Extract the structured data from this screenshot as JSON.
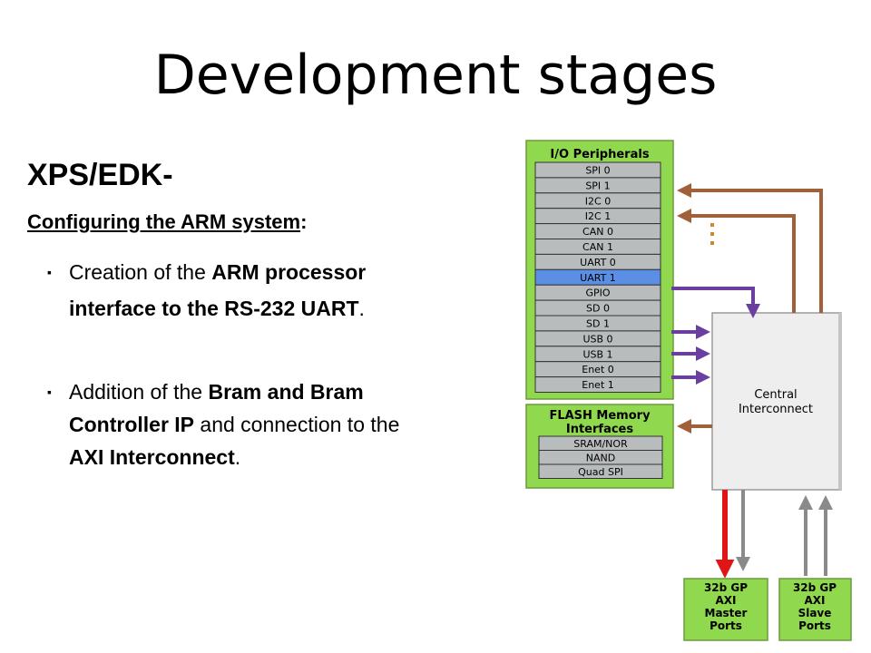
{
  "slide": {
    "title": "Development stages",
    "heading": "XPS/EDK-",
    "subheading_text": "Configuring the ARM system",
    "subheading_colon": ":",
    "bullet_marker": "▪",
    "bullet1": {
      "line1_pre": "Creation of the ",
      "line1_bold": "ARM processor",
      "line2_bold": "interface to the RS-232 UART",
      "line2_post": "."
    },
    "bullet2": {
      "line1_pre": "Addition of the ",
      "line1_bold": "Bram and Bram",
      "line2_bold": "Controller IP",
      "line2_post": " and connection to the",
      "line3_bold": "AXI Interconnect",
      "line3_post": "."
    }
  },
  "diagram": {
    "io_title": "I/O Peripherals",
    "io_items": [
      "SPI 0",
      "SPI 1",
      "I2C 0",
      "I2C 1",
      "CAN 0",
      "CAN 1",
      "UART 0",
      "UART 1",
      "GPIO",
      "SD 0",
      "SD 1",
      "USB 0",
      "USB 1",
      "Enet 0",
      "Enet 1"
    ],
    "io_highlight": "UART 1",
    "flash_title_1": "FLASH Memory",
    "flash_title_2": "Interfaces",
    "flash_items": [
      "SRAM/NOR",
      "NAND",
      "Quad SPI"
    ],
    "interconnect_1": "Central",
    "interconnect_2": "Interconnect",
    "master_ports": [
      "32b GP",
      "AXI",
      "Master",
      "Ports"
    ],
    "slave_ports": [
      "32b GP",
      "AXI",
      "Slave",
      "Ports"
    ],
    "colors": {
      "panel_green": "#90d94e",
      "cell_gray": "#b9bcbc",
      "highlight_blue": "#5b8fe6",
      "arrow_brown": "#a0613a",
      "arrow_purple": "#6a3fa0",
      "arrow_red": "#e01616",
      "arrow_gray": "#8a8a8a"
    }
  }
}
